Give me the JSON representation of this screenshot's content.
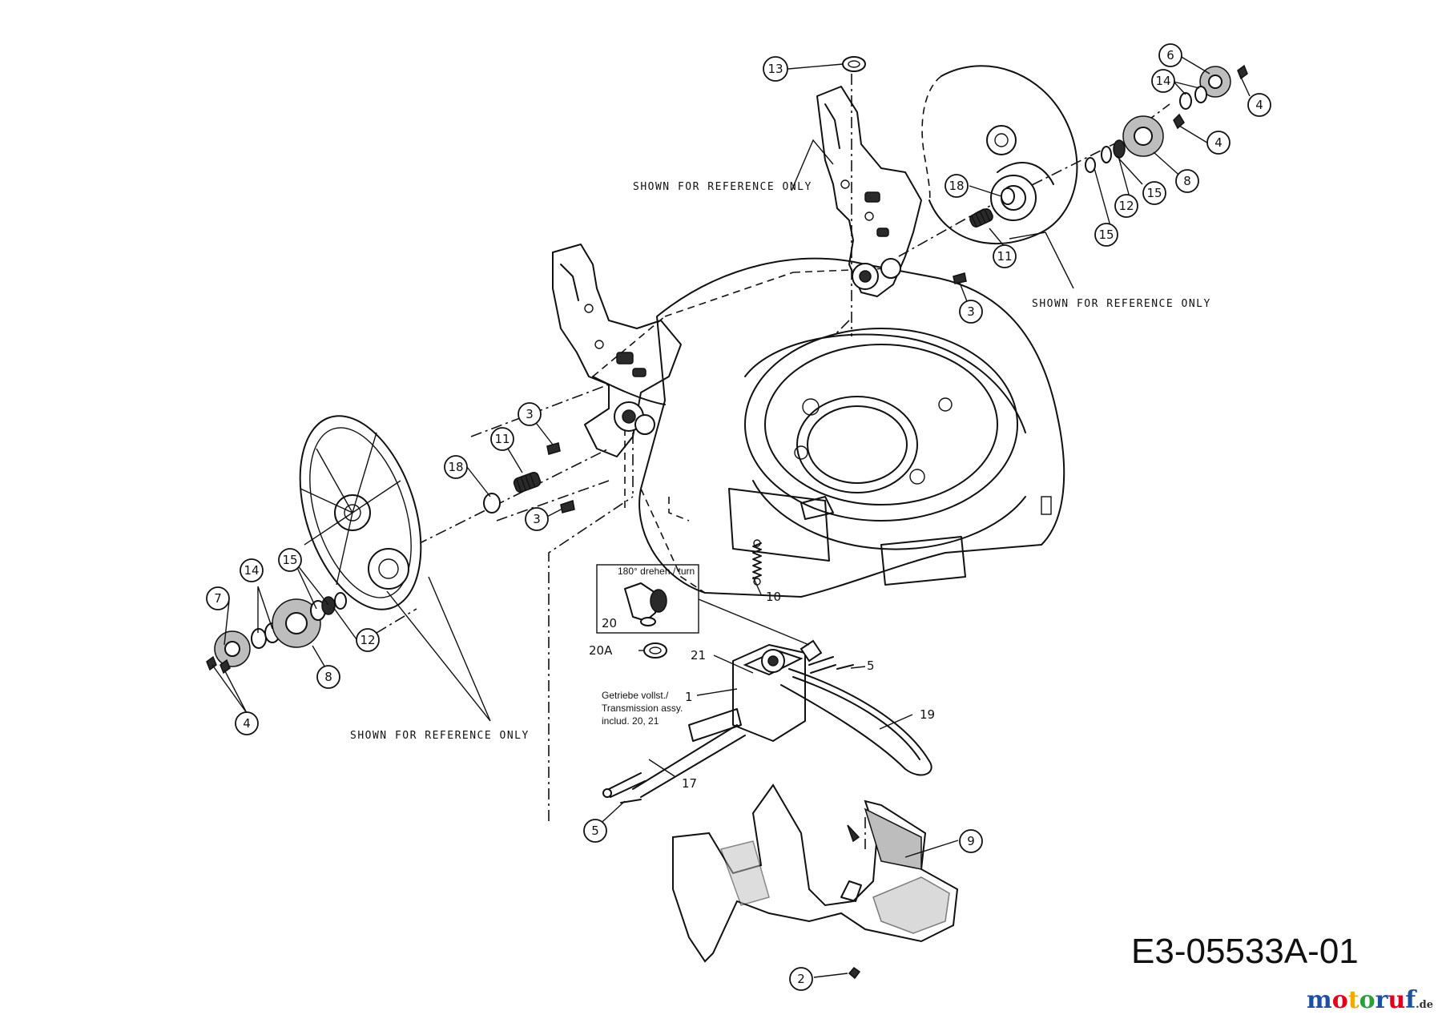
{
  "diagram_code": "E3-05533A-01",
  "logo": {
    "name": "motoruf",
    "suffix": ".de",
    "colors": [
      "#1d4fa3",
      "#e2001a",
      "#f2a900",
      "#2e9e3a",
      "#1d4fa3",
      "#e2001a",
      "#1d4fa3"
    ]
  },
  "reference_note": "SHOWN FOR REFERENCE ONLY",
  "inset_note": "180° drehen / turn",
  "transmission_note": {
    "line1": "Getriebe vollst./",
    "line2": "Transmission assy.",
    "line3": "includ. 20, 21"
  },
  "callouts": [
    "13",
    "6",
    "14",
    "4",
    "4",
    "8",
    "15",
    "12",
    "15",
    "18",
    "11",
    "3",
    "3",
    "11",
    "18",
    "3",
    "7",
    "14",
    "15",
    "12",
    "8",
    "4",
    "10",
    "20",
    "20A",
    "21",
    "1",
    "5",
    "19",
    "17",
    "5",
    "9",
    "2"
  ]
}
